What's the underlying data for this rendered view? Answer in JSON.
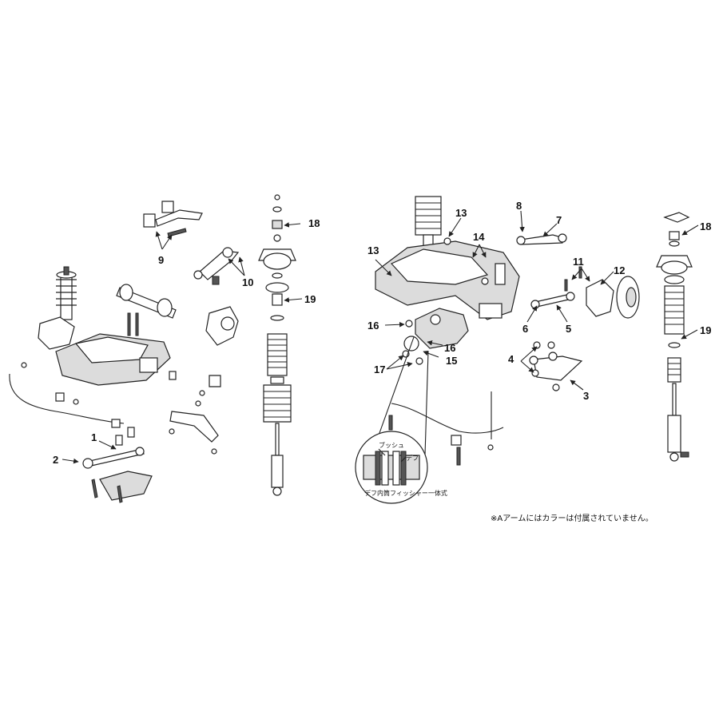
{
  "callouts": [
    "1",
    "2",
    "3",
    "4",
    "5",
    "6",
    "7",
    "8",
    "9",
    "10",
    "11",
    "12",
    "13",
    "13",
    "14",
    "15",
    "16",
    "16",
    "17",
    "18",
    "18",
    "19",
    "19"
  ],
  "inset": {
    "bush_label": "ブッシュ",
    "diff_label": "デフ",
    "caption": "デフ内筒フィッシャー一体式"
  },
  "footnote": "※Aアームにはカラーは付属されていません。",
  "colors": {
    "line": "#222222",
    "shade": "#dcdcdc",
    "dark": "#555555"
  }
}
